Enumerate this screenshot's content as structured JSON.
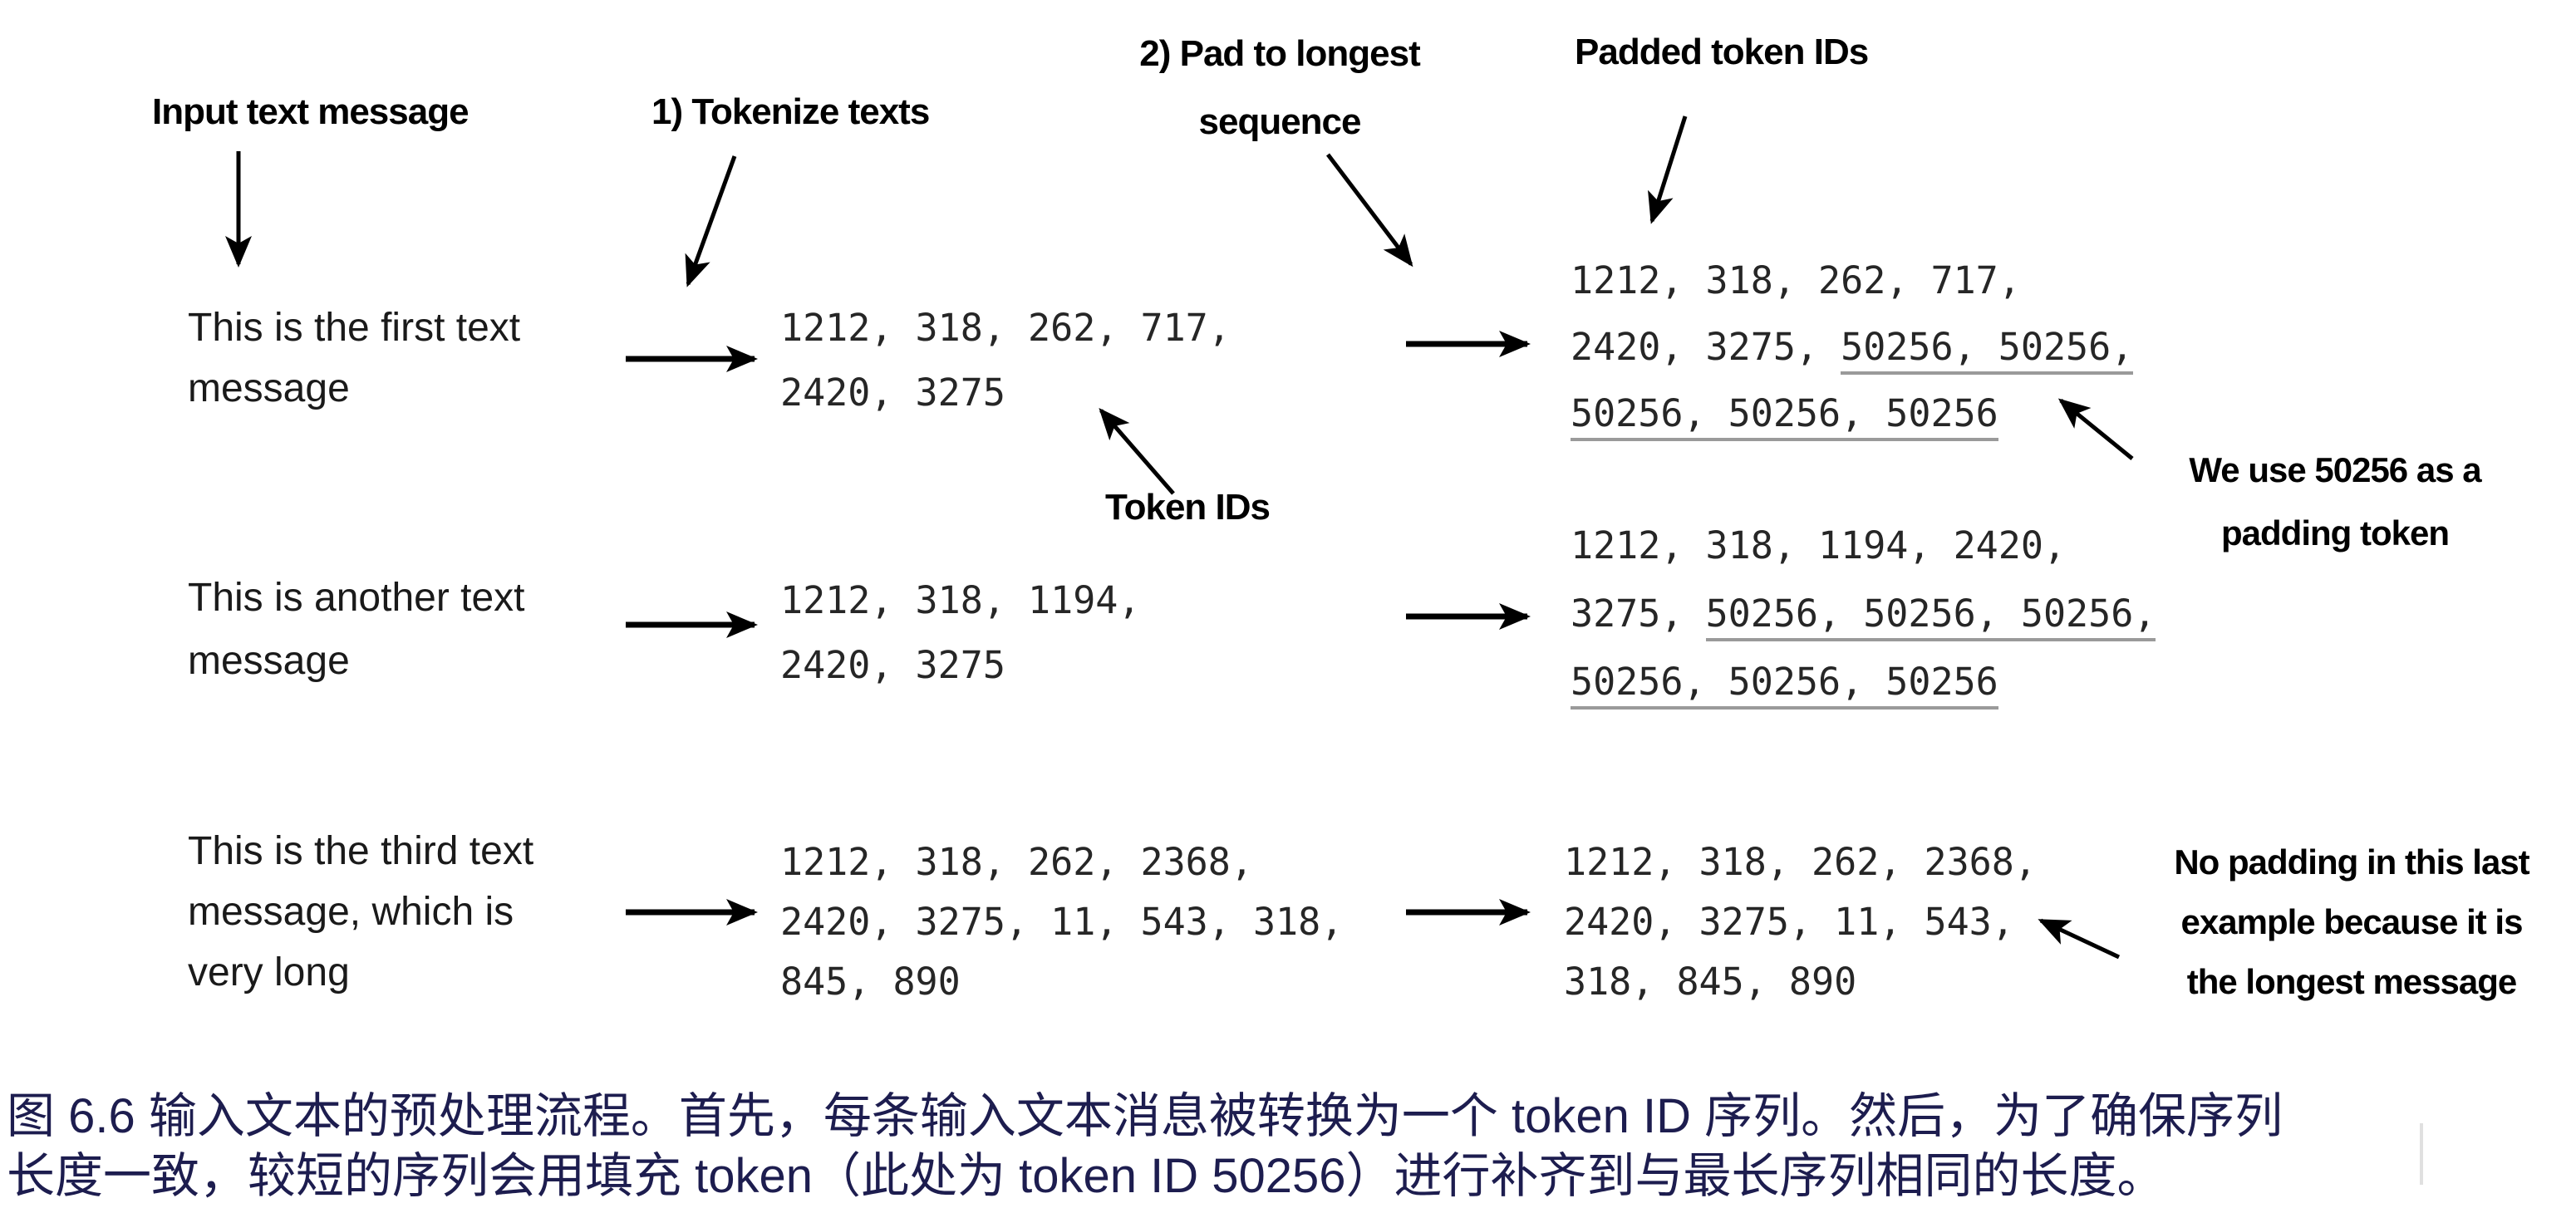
{
  "headers": {
    "input": "Input text message",
    "tokenize": "1) Tokenize texts",
    "pad_line1": "2) Pad to longest",
    "pad_line2": "sequence",
    "padded": "Padded token IDs"
  },
  "labels": {
    "token_ids": "Token IDs",
    "padding_note": [
      "We use 50256 as a",
      "padding token"
    ],
    "no_padding_note": [
      "No padding in this last",
      "example because it is",
      "the longest message"
    ]
  },
  "rows": [
    {
      "message": [
        "This is the first text",
        "message"
      ],
      "token_ids": [
        "1212, 318, 262, 717,",
        "2420, 3275"
      ],
      "padded": [
        {
          "plain": "1212, 318, 262, 717,",
          "underlined": ""
        },
        {
          "plain": "2420, 3275, ",
          "underlined": "50256, 50256,"
        },
        {
          "plain": "",
          "underlined": "50256, 50256, 50256"
        }
      ]
    },
    {
      "message": [
        "This is another text",
        "message"
      ],
      "token_ids": [
        "1212, 318, 1194,",
        "2420, 3275"
      ],
      "padded": [
        {
          "plain": "1212, 318, 1194, 2420,",
          "underlined": ""
        },
        {
          "plain": "3275, ",
          "underlined": "50256, 50256, 50256,"
        },
        {
          "plain": "",
          "underlined": "50256, 50256, 50256"
        }
      ]
    },
    {
      "message": [
        "This is the third text",
        "message, which is",
        "very long"
      ],
      "token_ids": [
        "1212, 318, 262, 2368,",
        "2420, 3275, 11, 543, 318,",
        "845, 890"
      ],
      "padded": [
        {
          "plain": "1212, 318, 262, 2368,",
          "underlined": ""
        },
        {
          "plain": "2420, 3275, 11, 543,",
          "underlined": ""
        },
        {
          "plain": "318, 845, 890",
          "underlined": ""
        }
      ]
    }
  ],
  "caption": {
    "line1": "图 6.6 输入文本的预处理流程。首先，每条输入文本消息被转换为一个 token ID 序列。然后，为了确保序列",
    "line2": "长度一致，较短的序列会用填充 token（此处为 token ID 50256）进行补齐到与最长序列相同的长度。"
  },
  "colors": {
    "caption": "#1d1d4f",
    "underline": "#9a9a9a",
    "ink": "#000000"
  }
}
